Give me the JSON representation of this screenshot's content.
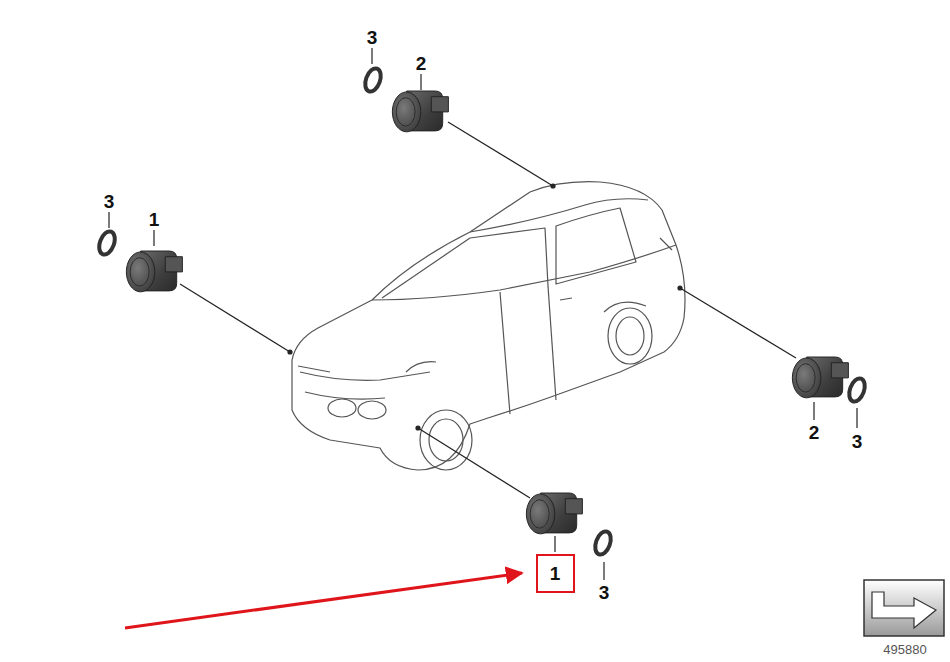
{
  "diagram": {
    "nodes": [
      {
        "text": [
          "1"
        ]
      }
    ],
    "labels": [
      "3",
      "2",
      "3",
      "1",
      "2",
      "3",
      "3",
      "495880"
    ]
  }
}
